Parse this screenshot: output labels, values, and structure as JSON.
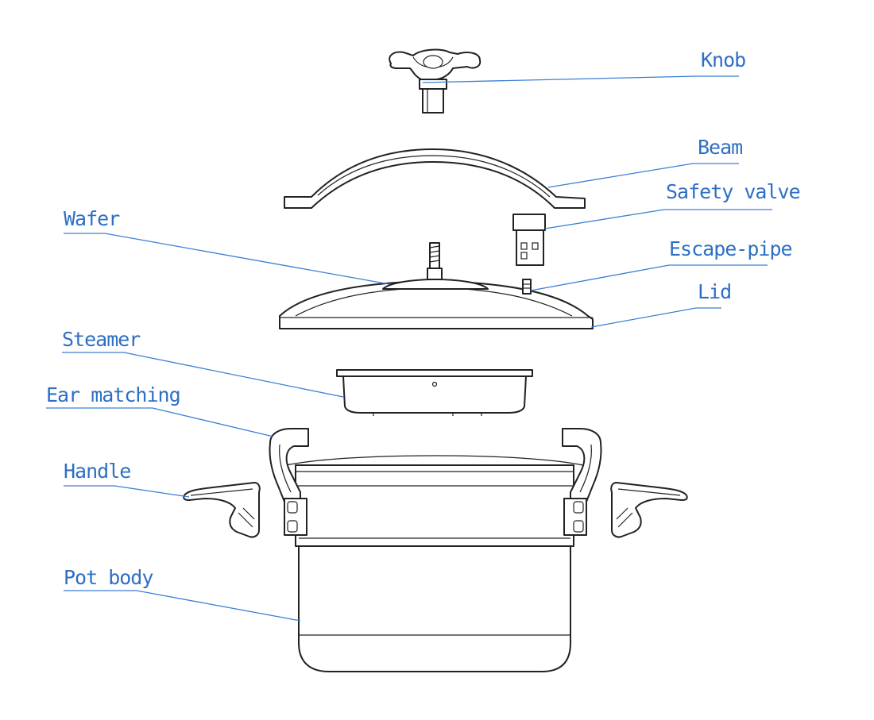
{
  "labels": {
    "knob": "Knob",
    "beam": "Beam",
    "safety_valve": "Safety valve",
    "escape_pipe": "Escape-pipe",
    "lid": "Lid",
    "wafer": "Wafer",
    "steamer": "Steamer",
    "ear_matching": "Ear matching",
    "handle": "Handle",
    "pot_body": "Pot body"
  },
  "colors": {
    "label": "#2e6fc4",
    "leader": "#3b7fd4",
    "outline": "#222222"
  }
}
